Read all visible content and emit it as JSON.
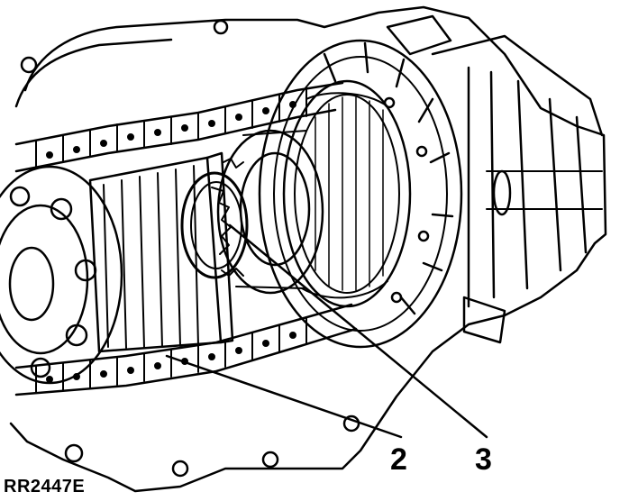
{
  "figure": {
    "callouts": [
      {
        "label": "2"
      },
      {
        "label": "3"
      }
    ],
    "figure_code": "RR2447E",
    "colors": {
      "ink": "#000000",
      "paper": "#ffffff"
    }
  }
}
